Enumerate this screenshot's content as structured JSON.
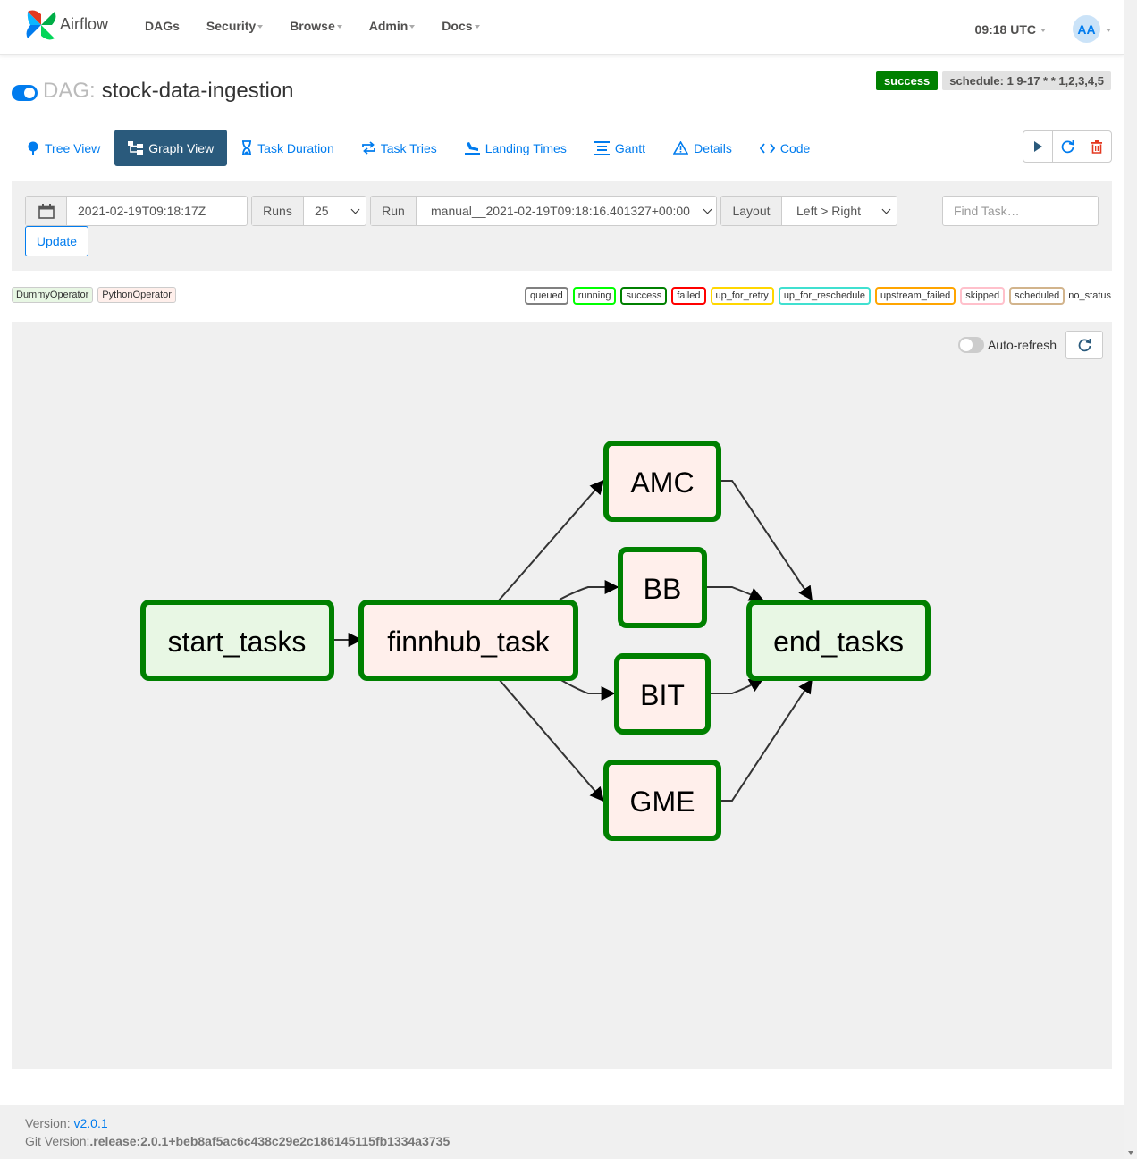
{
  "brand": {
    "name": "Airflow"
  },
  "nav": {
    "items": [
      {
        "label": "DAGs",
        "dropdown": false
      },
      {
        "label": "Security",
        "dropdown": true
      },
      {
        "label": "Browse",
        "dropdown": true
      },
      {
        "label": "Admin",
        "dropdown": true
      },
      {
        "label": "Docs",
        "dropdown": true
      }
    ],
    "clock": "09:18 UTC",
    "avatar": "AA"
  },
  "dag": {
    "label": "DAG:",
    "id": "stock-data-ingestion",
    "status": "success",
    "schedule": "schedule: 1 9-17 * * 1,2,3,4,5"
  },
  "tabs": [
    {
      "label": "Tree View",
      "icon": "tree-icon",
      "active": false
    },
    {
      "label": "Graph View",
      "icon": "graph-icon",
      "active": true
    },
    {
      "label": "Task Duration",
      "icon": "hourglass-icon",
      "active": false
    },
    {
      "label": "Task Tries",
      "icon": "retry-icon",
      "active": false
    },
    {
      "label": "Landing Times",
      "icon": "landing-icon",
      "active": false
    },
    {
      "label": "Gantt",
      "icon": "gantt-icon",
      "active": false
    },
    {
      "label": "Details",
      "icon": "warning-icon",
      "active": false
    },
    {
      "label": "Code",
      "icon": "code-icon",
      "active": false
    }
  ],
  "filters": {
    "base_date": "2021-02-19T09:18:17Z",
    "runs_label": "Runs",
    "runs_value": "25",
    "run_label": "Run",
    "run_value": "manual__2021-02-19T09:18:16.401327+00:00",
    "layout_label": "Layout",
    "layout_value": "Left > Right",
    "find_placeholder": "Find Task…",
    "update_label": "Update"
  },
  "legend": {
    "operators": [
      {
        "label": "DummyOperator",
        "color": "#e8f7e4"
      },
      {
        "label": "PythonOperator",
        "color": "#ffefeb"
      }
    ],
    "states": [
      {
        "label": "queued",
        "color": "#808080"
      },
      {
        "label": "running",
        "color": "#00ff00"
      },
      {
        "label": "success",
        "color": "#008000"
      },
      {
        "label": "failed",
        "color": "#ff0000"
      },
      {
        "label": "up_for_retry",
        "color": "#ffd700"
      },
      {
        "label": "up_for_reschedule",
        "color": "#40e0d0"
      },
      {
        "label": "upstream_failed",
        "color": "#ffa500"
      },
      {
        "label": "skipped",
        "color": "#ffc0cb"
      },
      {
        "label": "scheduled",
        "color": "#d2b48c"
      }
    ],
    "no_status": "no_status"
  },
  "graph": {
    "auto_refresh_label": "Auto-refresh",
    "tasks": [
      {
        "id": "start_tasks",
        "operator": "DummyOperator",
        "state": "success"
      },
      {
        "id": "finnhub_task",
        "operator": "PythonOperator",
        "state": "success"
      },
      {
        "id": "AMC",
        "operator": "PythonOperator",
        "state": "success"
      },
      {
        "id": "BB",
        "operator": "PythonOperator",
        "state": "success"
      },
      {
        "id": "BIT",
        "operator": "PythonOperator",
        "state": "success"
      },
      {
        "id": "GME",
        "operator": "PythonOperator",
        "state": "success"
      },
      {
        "id": "end_tasks",
        "operator": "DummyOperator",
        "state": "success"
      }
    ],
    "edges": [
      [
        "start_tasks",
        "finnhub_task"
      ],
      [
        "finnhub_task",
        "AMC"
      ],
      [
        "finnhub_task",
        "BB"
      ],
      [
        "finnhub_task",
        "BIT"
      ],
      [
        "finnhub_task",
        "GME"
      ],
      [
        "AMC",
        "end_tasks"
      ],
      [
        "BB",
        "end_tasks"
      ],
      [
        "BIT",
        "end_tasks"
      ],
      [
        "GME",
        "end_tasks"
      ]
    ]
  },
  "footer": {
    "version_label": "Version:",
    "version": "v2.0.1",
    "git_label": "Git Version:",
    "git_version": ".release:2.0.1+beb8af5ac6c438c29e2c186145115fb1334a3735"
  },
  "colors": {
    "accent": "#017cee",
    "active_tab": "#2a5a7c",
    "success": "#008000"
  }
}
